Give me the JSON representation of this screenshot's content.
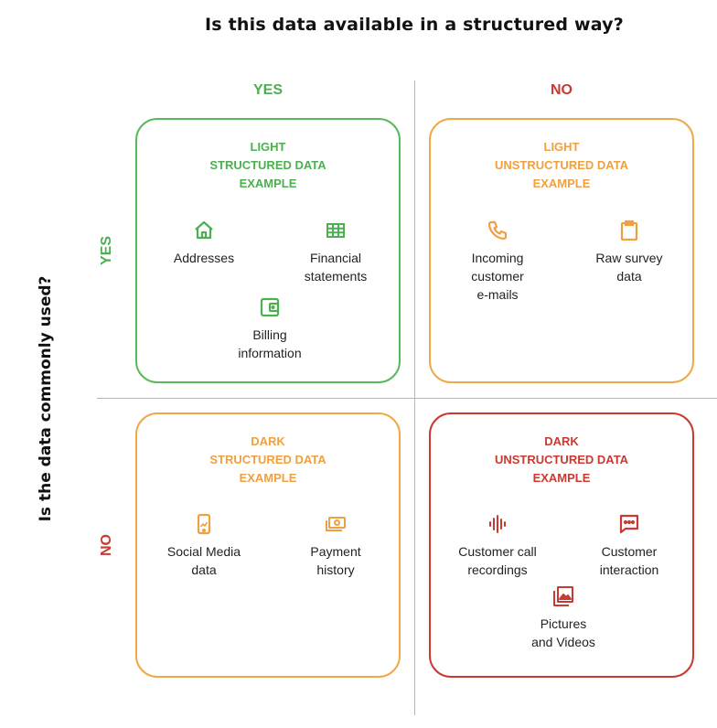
{
  "title": "Is this data available in a structured way?",
  "y_title": "Is the data commonly used?",
  "columns": {
    "yes": "YES",
    "no": "NO"
  },
  "rows": {
    "yes": "YES",
    "no": "NO"
  },
  "colors": {
    "green": "#4caf50",
    "orange": "#f0a040",
    "red": "#c83a32",
    "divider": "#b5b5b5"
  },
  "quadrants": {
    "light_structured": {
      "title": [
        "LIGHT",
        "STRUCTURED DATA",
        "EXAMPLE"
      ],
      "items": [
        {
          "icon": "home-icon",
          "label": "Addresses"
        },
        {
          "icon": "grid-icon",
          "label": "Financial\nstatements"
        },
        {
          "icon": "wallet-icon",
          "label": "Billing\ninformation"
        }
      ]
    },
    "light_unstructured": {
      "title": [
        "LIGHT",
        "UNSTRUCTURED DATA",
        "EXAMPLE"
      ],
      "items": [
        {
          "icon": "phone-icon",
          "label": "Incoming\ncustomer\ne-mails"
        },
        {
          "icon": "clipboard-icon",
          "label": "Raw survey\ndata"
        }
      ]
    },
    "dark_structured": {
      "title": [
        "DARK",
        "STRUCTURED DATA",
        "EXAMPLE"
      ],
      "items": [
        {
          "icon": "smartphone-chart-icon",
          "label": "Social Media\ndata"
        },
        {
          "icon": "money-icon",
          "label": "Payment\nhistory"
        }
      ]
    },
    "dark_unstructured": {
      "title": [
        "DARK",
        "UNSTRUCTURED DATA",
        "EXAMPLE"
      ],
      "items": [
        {
          "icon": "audio-wave-icon",
          "label": "Customer call\nrecordings"
        },
        {
          "icon": "chat-icon",
          "label": "Customer\ninteraction"
        },
        {
          "icon": "photo-library-icon",
          "label": "Pictures\nand Videos"
        }
      ]
    }
  }
}
